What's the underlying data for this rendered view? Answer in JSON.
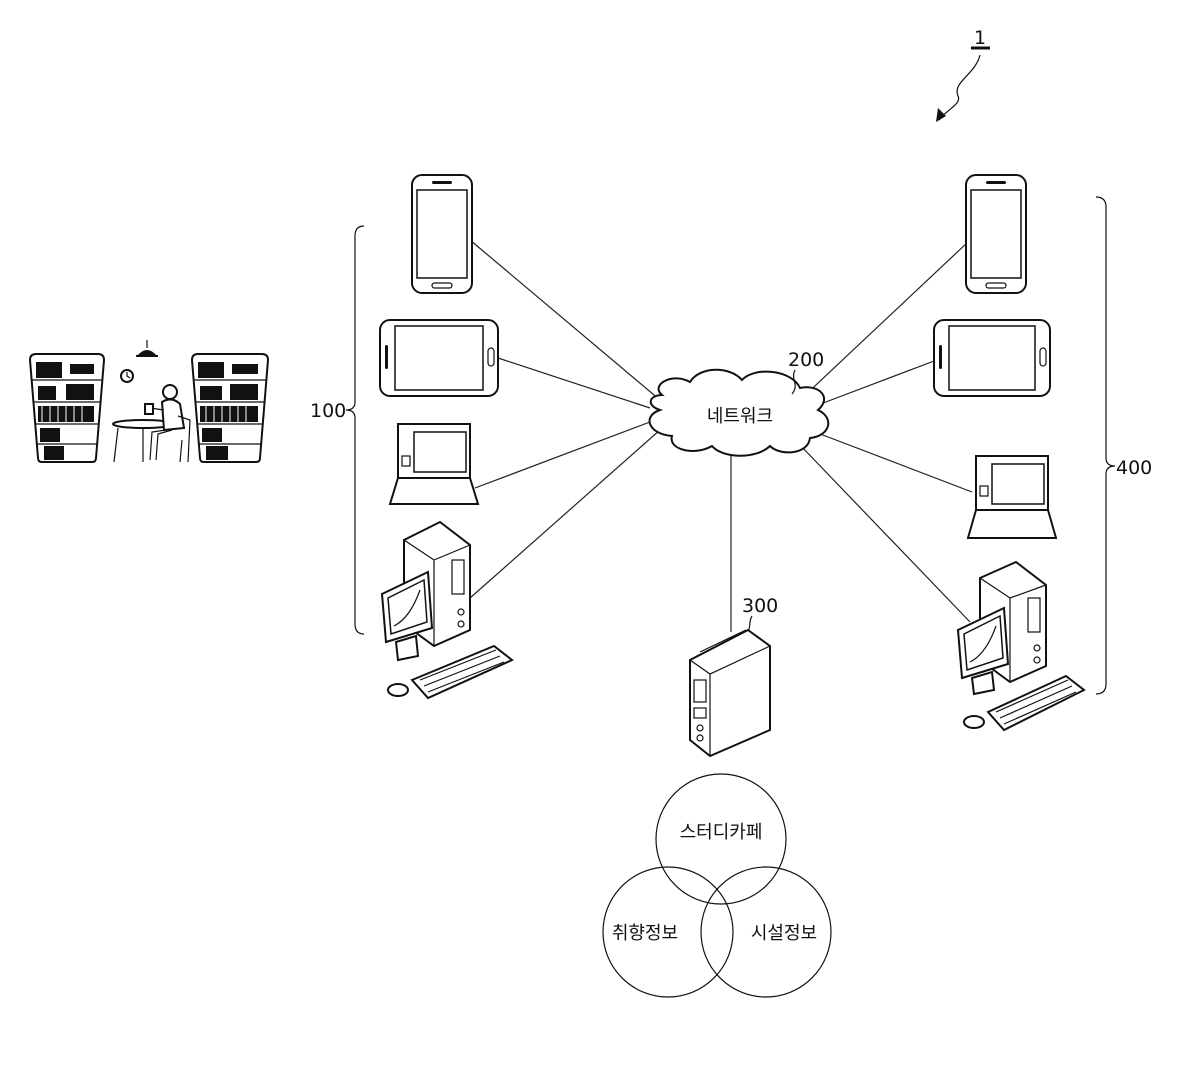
{
  "diagram": {
    "system_ref": "1",
    "user_group_ref": "100",
    "network_ref": "200",
    "network_label": "네트워크",
    "server_ref": "300",
    "provider_group_ref": "400",
    "venn": {
      "top": "스터디카페",
      "left": "취향정보",
      "right": "시설정보"
    }
  },
  "icons": {
    "user_devices": [
      "smartphone-icon",
      "tablet-icon",
      "laptop-icon",
      "desktop-computer-icon"
    ],
    "provider_devices": [
      "smartphone-icon",
      "tablet-icon",
      "laptop-icon",
      "desktop-computer-icon"
    ],
    "server": "server-tower-icon",
    "scene": "study-cafe-scene-icon"
  },
  "colors": {
    "line": "#222222",
    "background": "#ffffff"
  }
}
